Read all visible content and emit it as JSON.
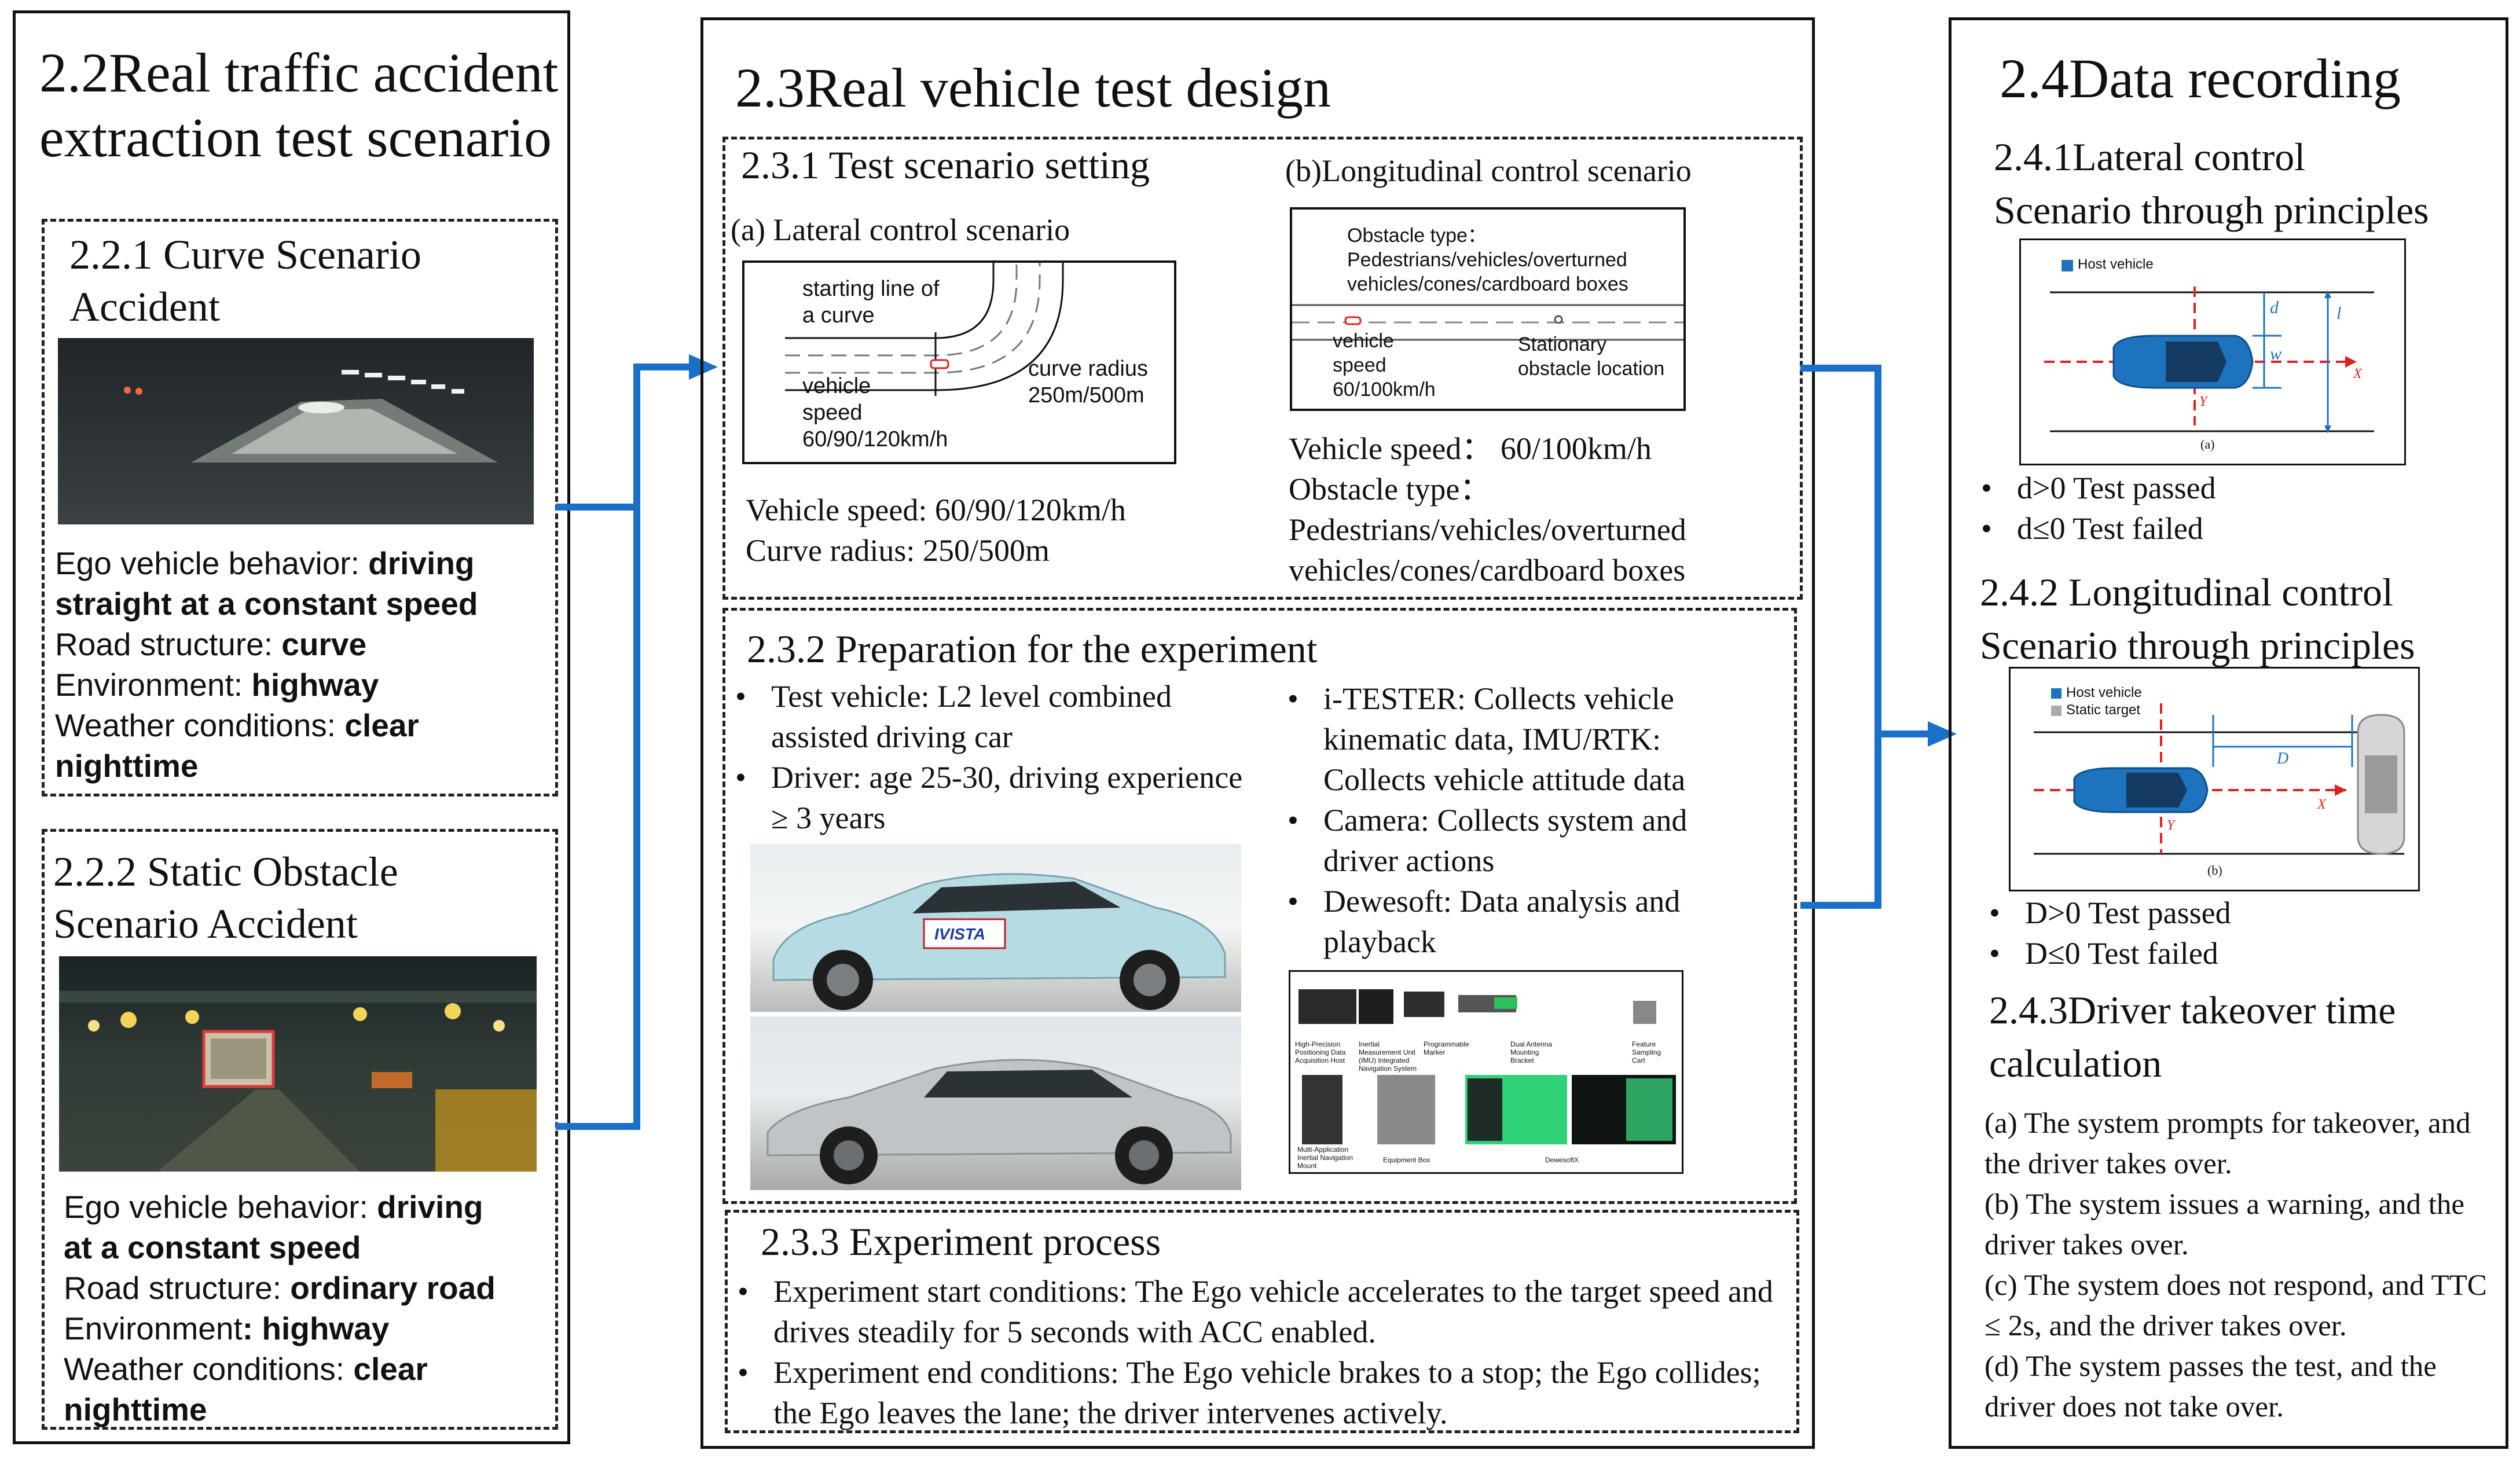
{
  "left": {
    "title_line1": "2.2Real traffic accident",
    "title_line2": "extraction test scenario",
    "curve": {
      "title_line1": "2.2.1 Curve Scenario",
      "title_line2": "Accident",
      "behavior_label": "Ego vehicle behavior: ",
      "behavior_value_line1": "driving",
      "behavior_value_line2": "straight at a constant speed",
      "road_label": "Road structure: ",
      "road_value": "curve",
      "env_label": "Environment: ",
      "env_value": "highway",
      "weather_label": "Weather conditions: ",
      "weather_value_line1": "clear",
      "weather_value_line2": "nighttime"
    },
    "static": {
      "title_line1": "2.2.2 Static Obstacle",
      "title_line2": "Scenario Accident",
      "behavior_label": "Ego vehicle behavior: ",
      "behavior_value_line1": "driving",
      "behavior_value_line2": "at a constant speed",
      "road_label": "Road structure: ",
      "road_value": "ordinary road",
      "env_label": "Environment",
      "env_value": ": highway",
      "weather_label": "Weather conditions: ",
      "weather_value_line1": "clear",
      "weather_value_line2": "nighttime"
    }
  },
  "middle": {
    "title": "2.3Real vehicle test design",
    "setting": {
      "title": "2.3.1 Test scenario setting",
      "lateral_label": "(a) Lateral control scenario",
      "longitudinal_label": "(b)Longitudinal control scenario",
      "lat_diagram": {
        "start_line_1": "starting line of",
        "start_line_2": "a curve",
        "speed_1": "vehicle",
        "speed_2": "speed",
        "speed_3": "60/90/120km/h",
        "radius_1": "curve radius",
        "radius_2": "250m/500m"
      },
      "lat_speed": "Vehicle speed:  60/90/120km/h",
      "lat_radius": "Curve radius:  250/500m",
      "lon_diagram": {
        "obstacle_1": "Obstacle type：",
        "obstacle_2": "Pedestrians/vehicles/overturned",
        "obstacle_3": "vehicles/cones/cardboard boxes",
        "speed_1": "vehicle",
        "speed_2": "speed",
        "speed_3": "60/100km/h",
        "stationary_1": "Stationary",
        "stationary_2": "obstacle location"
      },
      "lon_speed": "Vehicle speed： 60/100km/h",
      "lon_type_label": "Obstacle type：",
      "lon_type_1": "Pedestrians/vehicles/overturned",
      "lon_type_2": "vehicles/cones/cardboard boxes"
    },
    "prep": {
      "title": "2.3.2 Preparation for the experiment",
      "left_bullets": [
        "Test vehicle: L2 level combined assisted driving car",
        "Driver: age 25-30, driving experience ≥ 3 years"
      ],
      "right_bullets": [
        "i-TESTER: Collects vehicle kinematic data, IMU/RTK: Collects vehicle attitude data",
        "Camera: Collects system and driver actions",
        "Dewesoft: Data analysis and playback"
      ],
      "car_decal": "IVISTA",
      "equipment": {
        "daq": "High-Precision Positioning Data Acquisition Host",
        "imu": "Inertial Measurement Unit (IMU) Integrated Navigation System",
        "marker": "Programmable Marker",
        "antenna": "Dual Antenna Mounting Bracket",
        "cart": "Feature Sampling Cart",
        "mount": "Multi-Application Inertial Navigation Mount",
        "box": "Equipment Box",
        "dewesoft": "DewesoftX"
      }
    },
    "process": {
      "title": "2.3.3 Experiment process",
      "bullets": [
        "Experiment start conditions: The Ego vehicle accelerates to the target speed and drives steadily for 5 seconds with ACC enabled.",
        "Experiment end conditions: The Ego vehicle brakes to a stop; the Ego collides; the Ego leaves the lane; the driver intervenes actively."
      ]
    }
  },
  "right": {
    "title": "2.4Data recording",
    "lateral": {
      "title_line1": "2.4.1Lateral control",
      "title_line2": "Scenario through principles",
      "legend": "Host vehicle",
      "label_d": "d",
      "label_w": "w",
      "label_l": "l",
      "label_x": "X",
      "label_y": "Y",
      "caption": "(a)",
      "bullets": [
        "d>0 Test passed",
        "d≤0 Test failed"
      ]
    },
    "longitudinal": {
      "title_line1": "2.4.2 Longitudinal control",
      "title_line2": "Scenario through principles",
      "legend_host": "Host vehicle",
      "legend_static": "Static target",
      "label_d": "D",
      "label_x": "X",
      "label_y": "Y",
      "caption": "(b)",
      "bullets": [
        "D>0 Test passed",
        "D≤0 Test failed"
      ]
    },
    "takeover": {
      "title_line1": "2.4.3Driver takeover time",
      "title_line2": "calculation",
      "items": [
        "(a) The system prompts for takeover, and the driver takes over.",
        "(b) The system issues a warning, and the driver takes over.",
        "(c) The system does not respond, and TTC ≤ 2s, and the driver takes over.",
        "(d) The system passes the test, and the driver does not take over."
      ]
    }
  },
  "colors": {
    "connector": "#1a6fc9",
    "host_vehicle": "#1e73be",
    "axis_red": "#e02020"
  }
}
